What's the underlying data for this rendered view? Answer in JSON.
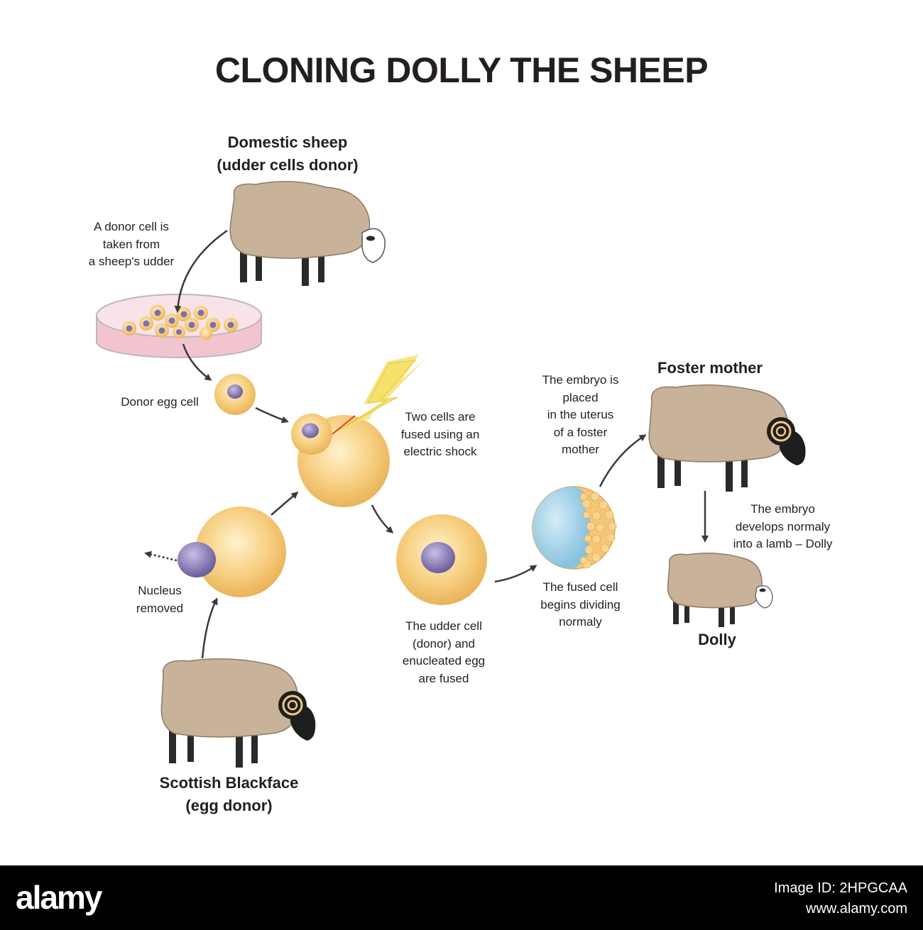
{
  "title": "CLONING DOLLY THE SHEEP",
  "colors": {
    "cell": "#f5c870",
    "nucleus": "#8a7bb8",
    "wool": "#c8b29a",
    "blastocyst": "#9fd0e8",
    "arrow": "#3a3a3a",
    "petri": "#f2c4ce"
  },
  "labels": {
    "domestic_sheep": "Domestic sheep\n(udder cells donor)",
    "donor_cell_taken": "A donor cell is\ntaken from\na sheep's udder",
    "donor_egg_cell": "Donor egg cell",
    "electric_shock": "Two cells are\nfused using an\nelectric shock",
    "nucleus_removed": "Nucleus\nremoved",
    "udder_fused": "The udder cell\n(donor) and\nenucleated egg\nare fused",
    "fused_dividing": "The fused cell\nbegins dividing\nnormaly",
    "embryo_placed": "The embryo is\nplaced\nin the uterus\nof a foster\nmother",
    "foster_mother": "Foster mother",
    "embryo_develops": "The embryo\ndevelops normaly\ninto a lamb – Dolly",
    "dolly": "Dolly",
    "scottish_blackface": "Scottish Blackface\n(egg donor)"
  },
  "footer": {
    "brand": "alamy",
    "image_id": "Image ID: 2HPGCAA",
    "site": "www.alamy.com"
  }
}
